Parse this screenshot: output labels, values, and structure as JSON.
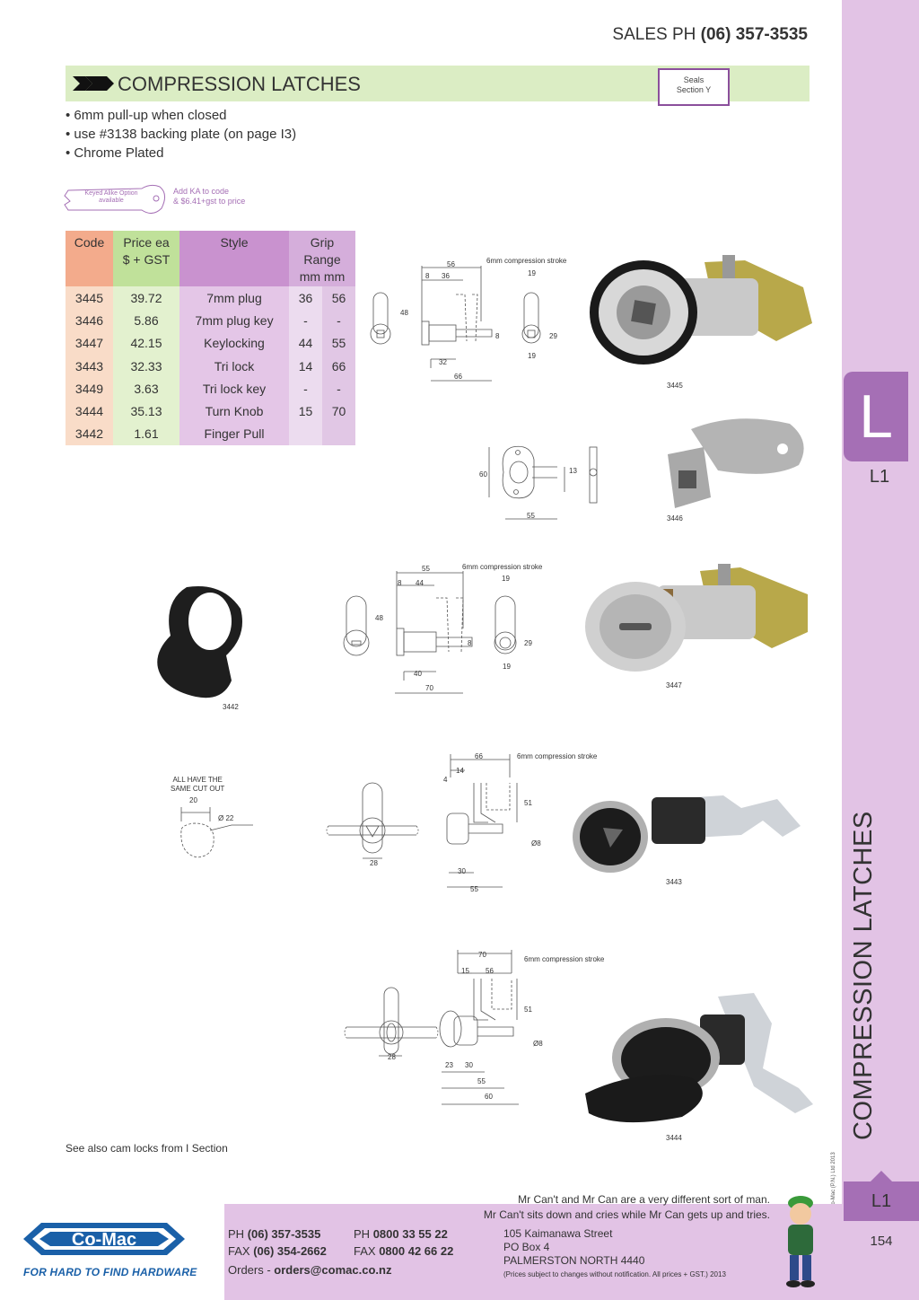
{
  "header": {
    "sales_label": "SALES  PH",
    "sales_phone": "(06) 357-3535",
    "title": "COMPRESSION LATCHES",
    "seals_line1": "Seals",
    "seals_line2": "Section Y"
  },
  "bullets": [
    "• 6mm pull-up when closed",
    "• use #3138 backing plate (on page I3)",
    "• Chrome Plated"
  ],
  "keyed": {
    "tag_line1": "Keyed Alike Option",
    "tag_line2": "available",
    "note_line1": "Add KA to code",
    "note_line2": "& $6.41+gst to price"
  },
  "table": {
    "headers": {
      "code": "Code",
      "price_line1": "Price ea",
      "price_line2": "$ + GST",
      "style": "Style",
      "grip_line1": "Grip",
      "grip_line2": "Range",
      "grip_line3": "mm mm"
    },
    "rows": [
      {
        "code": "3445",
        "price": "39.72",
        "style": "7mm plug",
        "grip_min": "36",
        "grip_max": "56"
      },
      {
        "code": "3446",
        "price": "5.86",
        "style": "7mm plug key",
        "grip_min": "-",
        "grip_max": "-"
      },
      {
        "code": "3447",
        "price": "42.15",
        "style": "Keylocking",
        "grip_min": "44",
        "grip_max": "55"
      },
      {
        "code": "3443",
        "price": "32.33",
        "style": "Tri lock",
        "grip_min": "14",
        "grip_max": "66"
      },
      {
        "code": "3449",
        "price": "3.63",
        "style": "Tri lock key",
        "grip_min": "-",
        "grip_max": "-"
      },
      {
        "code": "3444",
        "price": "35.13",
        "style": "Turn Knob",
        "grip_min": "15",
        "grip_max": "70"
      },
      {
        "code": "3442",
        "price": "1.61",
        "style": "Finger Pull",
        "grip_min": "",
        "grip_max": ""
      }
    ]
  },
  "figures": {
    "stroke": "6mm compression stroke",
    "d3445": {
      "a": "56",
      "b": "8",
      "c": "36",
      "h": "48",
      "w": "19",
      "s": "8",
      "t": "29",
      "u": "19",
      "p": "32",
      "q": "66",
      "caption": "3445"
    },
    "d3446": {
      "h": "60",
      "t": "13",
      "w": "55",
      "caption": "3446"
    },
    "d3447": {
      "a": "55",
      "b": "8",
      "c": "44",
      "h": "48",
      "w": "19",
      "s": "8",
      "t": "29",
      "u": "19",
      "p": "40",
      "q": "70",
      "caption": "3447"
    },
    "d3442": {
      "caption": "3442"
    },
    "cutout": {
      "line1": "ALL HAVE THE",
      "line2": "SAME CUT OUT",
      "w": "20",
      "d": "Ø 22"
    },
    "d3443": {
      "a": "66",
      "b": "14",
      "c": "4",
      "h": "51",
      "dia": "Ø8",
      "w": "28",
      "p": "30",
      "q": "55",
      "caption": "3443"
    },
    "d3444": {
      "a": "70",
      "b": "15",
      "c": "56",
      "h": "51",
      "dia": "Ø8",
      "w": "28",
      "p": "23",
      "q": "30",
      "r": "55",
      "s": "60",
      "caption": "3444"
    }
  },
  "note": "See also cam locks from I Section",
  "sidebar": {
    "letter": "L",
    "sub": "L1",
    "vertical": "COMPRESSION LATCHES",
    "copyright": "© Co-Mac (P.N.) Ltd 2013",
    "tab_bottom": "L1",
    "page": "154"
  },
  "footer": {
    "logo": "Co-Mac",
    "tagline": "FOR HARD TO FIND HARDWARE",
    "ph_label": "PH",
    "ph": "(06) 357-3535",
    "fax_label": "FAX",
    "fax": "(06) 354-2662",
    "ph2_label": "PH",
    "ph2": "0800 33 55 22",
    "fax2_label": "FAX",
    "fax2": "0800 42 66 22",
    "orders_label": "Orders -",
    "orders": "orders@comac.co.nz",
    "motto1": "Mr Can't and Mr Can are a very different sort of man.",
    "motto2": "Mr Can't sits down and cries while Mr Can gets up and tries.",
    "addr1": "105 Kaimanawa Street",
    "addr2": "PO Box 4",
    "addr3": "PALMERSTON NORTH 4440",
    "addr4": "(Prices subject to changes without notification.  All prices + GST.)  2013"
  },
  "colors": {
    "accent_purple": "#a56fb5",
    "sidebar_lilac": "#e2c3e5",
    "title_green": "#dbedc4",
    "brand_blue": "#1a60a8"
  }
}
